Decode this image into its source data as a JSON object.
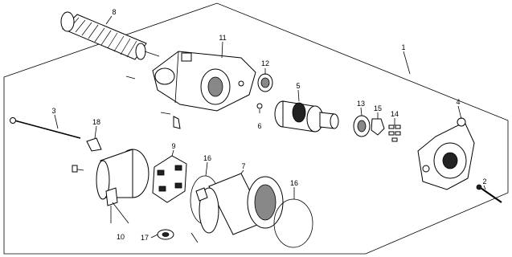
{
  "callouts": [
    "1",
    "2",
    "3",
    "4",
    "5",
    "6",
    "7",
    "8",
    "9",
    "10",
    "11",
    "12",
    "13",
    "14",
    "15",
    "16",
    "16",
    "17",
    "18"
  ]
}
